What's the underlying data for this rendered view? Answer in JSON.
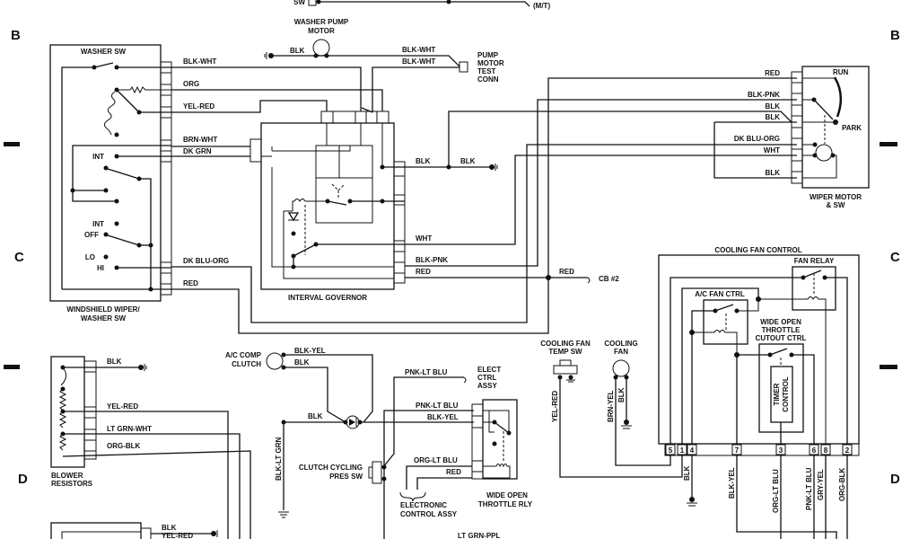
{
  "zone_markers": {
    "b_left": "B",
    "b_right": "B",
    "c_left": "C",
    "c_right": "C",
    "d_left": "D",
    "d_right": "D"
  },
  "top_partial": {
    "sw": "SW",
    "mt": "(M/T)"
  },
  "wiper_switch": {
    "washer_sw": "WASHER SW",
    "title_line1": "WINDSHIELD WIPER/",
    "title_line2": "WASHER SW",
    "pos_int_upper": "INT",
    "pos_int": "INT",
    "pos_off": "OFF",
    "pos_lo": "LO",
    "pos_hi": "HI"
  },
  "washer_pump_motor": {
    "line1": "WASHER PUMP",
    "line2": "MOTOR"
  },
  "pump_motor_test_conn": {
    "line1": "PUMP",
    "line2": "MOTOR",
    "line3": "TEST",
    "line4": "CONN"
  },
  "interval_governor": "INTERVAL GOVERNOR",
  "wiper_motor": {
    "line1": "WIPER MOTOR",
    "line2": "& SW",
    "run": "RUN",
    "park": "PARK"
  },
  "circuit_breaker": "CB #2",
  "blower_resistors": {
    "line1": "BLOWER",
    "line2": "RESISTORS"
  },
  "ac_comp_clutch": {
    "line1": "A/C COMP",
    "line2": "CLUTCH"
  },
  "clutch_cycling_pres_sw": {
    "line1": "CLUTCH CYCLING",
    "line2": "PRES SW"
  },
  "elect_ctrl_assy": {
    "line1": "ELECT",
    "line2": "CTRL",
    "line3": "ASSY"
  },
  "electronic_control_assy": {
    "line1": "ELECTRONIC",
    "line2": "CONTROL ASSY"
  },
  "wot_relay": {
    "line1": "WIDE OPEN",
    "line2": "THROTTLE RLY"
  },
  "cooling_fan_temp_sw": {
    "line1": "COOLING FAN",
    "line2": "TEMP SW"
  },
  "cooling_fan": {
    "line1": "COOLING",
    "line2": "FAN"
  },
  "cooling_fan_control": {
    "title": "COOLING FAN CONTROL",
    "fan_relay": "FAN RELAY",
    "ac_fan_ctrl": "A/C FAN CTRL",
    "wot_cutout_line1": "WIDE OPEN",
    "wot_cutout_line2": "THROTTLE",
    "wot_cutout_line3": "CUTOUT CTRL",
    "timer_line1": "TIMER",
    "timer_line2": "CONTROL",
    "pins": [
      "5",
      "1",
      "4",
      "7",
      "3",
      "6",
      "8",
      "2"
    ]
  },
  "wire_labels": {
    "blk_wht": "BLK-WHT",
    "org": "ORG",
    "yel_red": "YEL-RED",
    "brn_wht": "BRN-WHT",
    "dk_grn": "DK GRN",
    "dk_blu_org": "DK BLU-ORG",
    "red": "RED",
    "pump_blk": "BLK",
    "pump_blk_wht_1": "BLK-WHT",
    "pump_blk_wht_2": "BLK-WHT",
    "gov_blk_1": "BLK",
    "gov_blk_2": "BLK",
    "gov_wht": "WHT",
    "gov_blk_pnk": "BLK-PNK",
    "gov_red": "RED",
    "cb_red": "RED",
    "m_red": "RED",
    "m_blk_pnk": "BLK-PNK",
    "m_blk_1": "BLK",
    "m_blk_2": "BLK",
    "m_dk_blu_org": "DK BLU-ORG",
    "m_wht": "WHT",
    "m_blk_3": "BLK",
    "bl_blk": "BLK",
    "bl_yel_red": "YEL-RED",
    "bl_lt_grn_wht": "LT GRN-WHT",
    "bl_org_blk": "ORG-BLK",
    "lower_blk": "BLK",
    "lower_yel_red": "YEL-RED",
    "ac_blk_yel": "BLK-YEL",
    "ac_blk": "BLK",
    "diode_blk": "BLK",
    "blk_lt_grn": "BLK-LT GRN",
    "pnk_lt_blu_1": "PNK-LT BLU",
    "pnk_lt_blu_2": "PNK-LT BLU",
    "wot_blk_yel": "BLK-YEL",
    "org_lt_blu": "ORG-LT BLU",
    "wot_red": "RED",
    "lt_grn_ppl": "LT GRN-PPL",
    "tsw_yel_red": "YEL-RED",
    "fan_brn_yel": "BRN-YEL",
    "fan_blk": "BLK",
    "pin4_blk": "BLK",
    "pin7_blk_yel": "BLK-YEL",
    "pin3_org_lt_blu": "ORG-LT BLU",
    "pin6_pnk_lt_blu": "PNK-LT BLU",
    "pin8_gry_yel": "GRY-YEL",
    "pin2_org_blk": "ORG-BLK"
  }
}
